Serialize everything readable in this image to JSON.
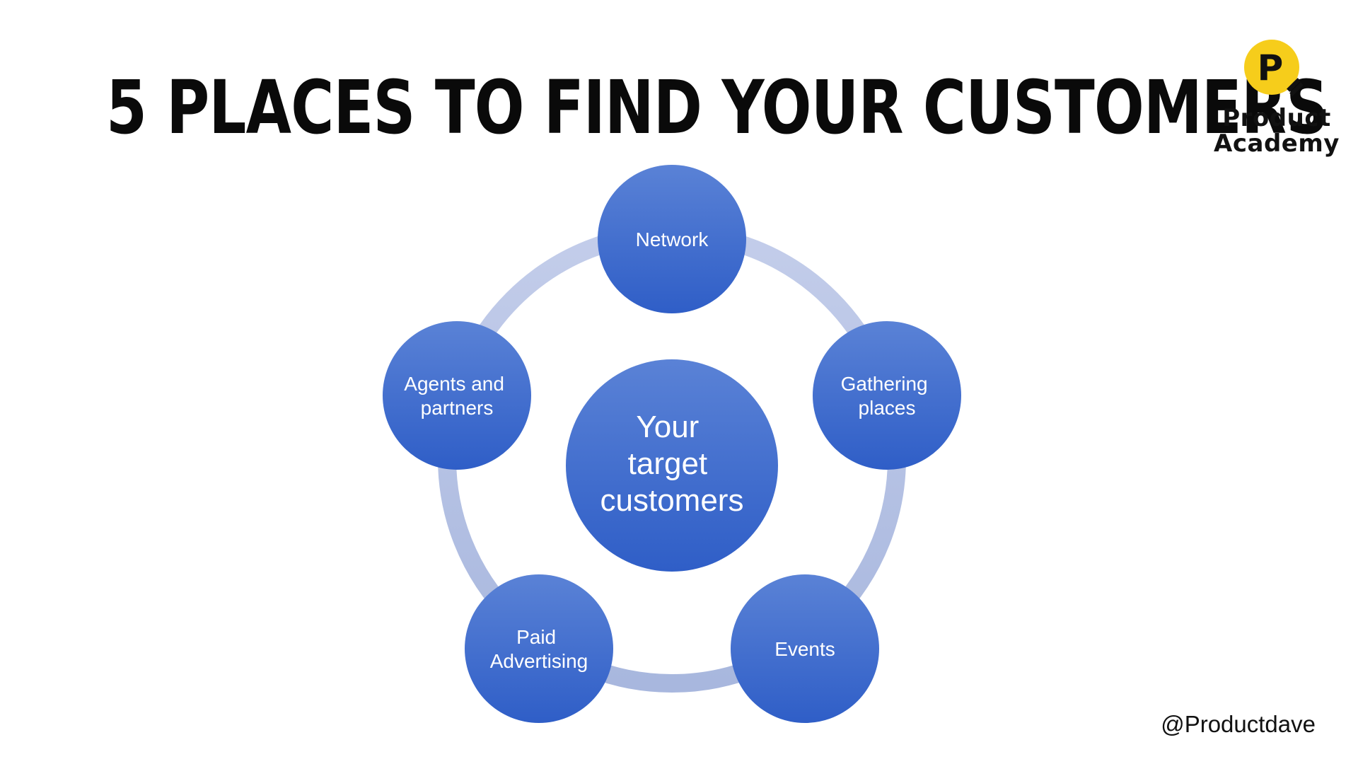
{
  "title": "5 PLACES TO FIND YOUR CUSTOMERS",
  "logo": {
    "line1": "Product",
    "line2": "Academy",
    "mark_letter": "P",
    "mark_color": "#F6CD1B"
  },
  "center": {
    "lines": [
      "Your",
      "target",
      "customers"
    ]
  },
  "nodes": [
    {
      "lines": [
        "Network"
      ]
    },
    {
      "lines": [
        "Gathering",
        "places"
      ]
    },
    {
      "lines": [
        "Events"
      ]
    },
    {
      "lines": [
        "Paid",
        "Advertising"
      ]
    },
    {
      "lines": [
        "Agents and",
        "partners"
      ]
    }
  ],
  "handle": "@Productdave",
  "colors": {
    "node_fill": "#3a67c9",
    "ring": "#b4c1e3"
  }
}
